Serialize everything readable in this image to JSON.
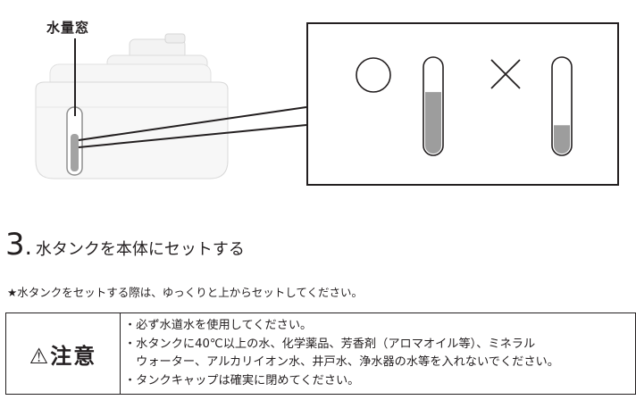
{
  "figure": {
    "window_label": "水量窓",
    "ok_mark": "○",
    "ng_mark": "×",
    "ok_fill_level": 0.65,
    "ng_fill_level": 0.3
  },
  "step": {
    "number": "3",
    "title": "水タンクを本体にセットする"
  },
  "note": "★水タンクをセットする際は、ゆっくりと上からセットしてください。",
  "caution": {
    "heading": "⚠注意",
    "lines": [
      "・必ず水道水を使用してください。",
      "・水タンクに40℃以上の水、化学薬品、芳香剤（アロマオイル等）、ミネラル",
      "　ウォーター、アルカリイオン水、井戸水、浄水器の水等を入れないでください。",
      "・タンクキャップは確実に閉めてください。"
    ]
  }
}
